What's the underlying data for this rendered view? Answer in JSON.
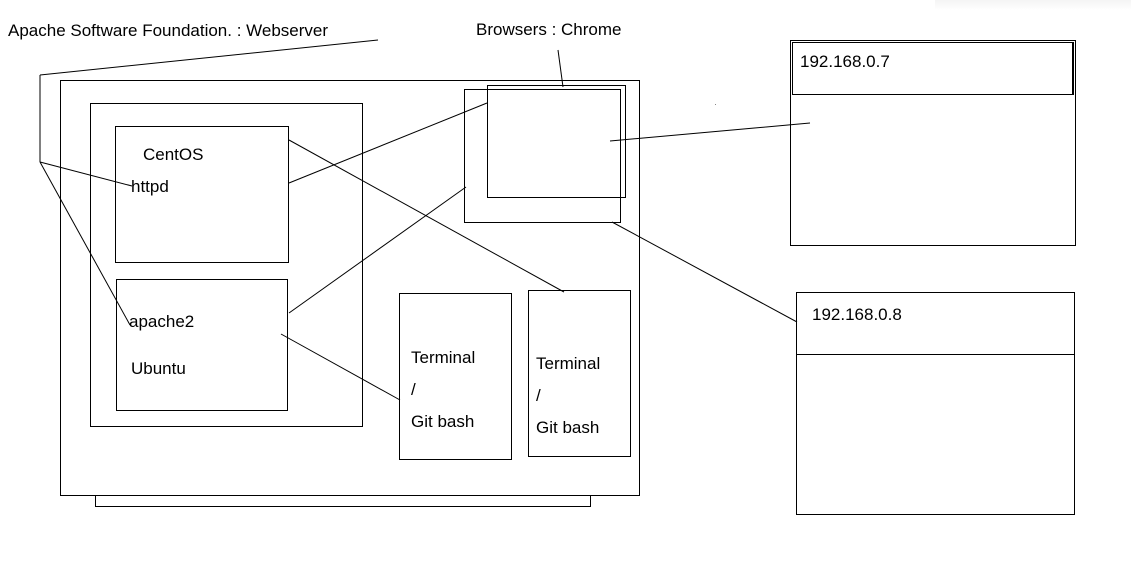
{
  "labels": {
    "apache_foundation": "Apache Software Foundation. : Webserver",
    "browsers": "Browsers : Chrome",
    "centos": "CentOS",
    "httpd": "httpd",
    "apache2": "apache2",
    "ubuntu": "Ubuntu",
    "terminal_left": {
      "line1": "Terminal",
      "line2": "/",
      "line3": "Git bash"
    },
    "terminal_right": {
      "line1": "Terminal",
      "line2": "/",
      "line3": "Git bash"
    },
    "ip_1": "192.168.0.7",
    "ip_2": "192.168.0.8"
  }
}
